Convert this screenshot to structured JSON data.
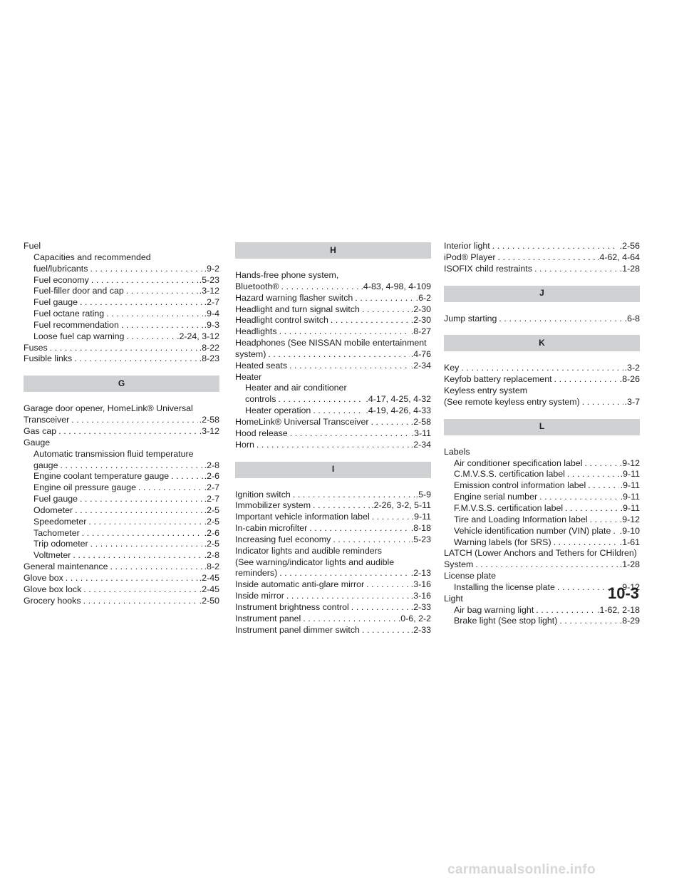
{
  "columns": [
    {
      "items": [
        {
          "kind": "entry",
          "text": "Fuel",
          "indent": 0
        },
        {
          "kind": "entry",
          "text": "Capacities and recommended",
          "indent": 1
        },
        {
          "kind": "entry",
          "text": "fuel/lubricants",
          "page": ".9-2",
          "indent": 1
        },
        {
          "kind": "entry",
          "text": "Fuel economy",
          "page": ".5-23",
          "indent": 1
        },
        {
          "kind": "entry",
          "text": "Fuel-filler door and cap",
          "page": ".3-12",
          "indent": 1
        },
        {
          "kind": "entry",
          "text": "Fuel gauge",
          "page": ".2-7",
          "indent": 1
        },
        {
          "kind": "entry",
          "text": "Fuel octane rating",
          "page": ".9-4",
          "indent": 1
        },
        {
          "kind": "entry",
          "text": "Fuel recommendation",
          "page": ".9-3",
          "indent": 1
        },
        {
          "kind": "entry",
          "text": "Loose fuel cap warning",
          "page": ".2-24, 3-12",
          "indent": 1
        },
        {
          "kind": "entry",
          "text": "Fuses",
          "page": ".8-22",
          "indent": 0
        },
        {
          "kind": "entry",
          "text": "Fusible links",
          "page": ".8-23",
          "indent": 0
        },
        {
          "kind": "header",
          "text": "G"
        },
        {
          "kind": "entry",
          "text": "Garage door opener, HomeLink® Universal",
          "indent": 0
        },
        {
          "kind": "entry",
          "text": "Transceiver",
          "page": ".2-58",
          "indent": 0
        },
        {
          "kind": "entry",
          "text": "Gas cap",
          "page": ".3-12",
          "indent": 0
        },
        {
          "kind": "entry",
          "text": "Gauge",
          "indent": 0
        },
        {
          "kind": "entry",
          "text": "Automatic transmission fluid temperature",
          "indent": 1
        },
        {
          "kind": "entry",
          "text": "gauge",
          "page": ".2-8",
          "indent": 1
        },
        {
          "kind": "entry",
          "text": "Engine coolant temperature gauge",
          "page": ".2-6",
          "indent": 1
        },
        {
          "kind": "entry",
          "text": "Engine oil pressure gauge",
          "page": ".2-7",
          "indent": 1
        },
        {
          "kind": "entry",
          "text": "Fuel gauge",
          "page": ".2-7",
          "indent": 1
        },
        {
          "kind": "entry",
          "text": "Odometer",
          "page": ".2-5",
          "indent": 1
        },
        {
          "kind": "entry",
          "text": "Speedometer",
          "page": ".2-5",
          "indent": 1
        },
        {
          "kind": "entry",
          "text": "Tachometer",
          "page": ".2-6",
          "indent": 1
        },
        {
          "kind": "entry",
          "text": "Trip odometer",
          "page": ".2-5",
          "indent": 1
        },
        {
          "kind": "entry",
          "text": "Voltmeter",
          "page": ".2-8",
          "indent": 1
        },
        {
          "kind": "entry",
          "text": "General maintenance",
          "page": ".8-2",
          "indent": 0
        },
        {
          "kind": "entry",
          "text": "Glove box",
          "page": ".2-45",
          "indent": 0
        },
        {
          "kind": "entry",
          "text": "Glove box lock",
          "page": ".2-45",
          "indent": 0
        },
        {
          "kind": "entry",
          "text": "Grocery hooks",
          "page": ".2-50",
          "indent": 0
        }
      ]
    },
    {
      "items": [
        {
          "kind": "header",
          "text": "H"
        },
        {
          "kind": "entry",
          "text": "Hands-free phone system,",
          "indent": 0
        },
        {
          "kind": "entry",
          "text": "Bluetooth®",
          "page": ".4-83, 4-98, 4-109",
          "indent": 0
        },
        {
          "kind": "entry",
          "text": "Hazard warning flasher switch",
          "page": ".6-2",
          "indent": 0
        },
        {
          "kind": "entry",
          "text": "Headlight and turn signal switch",
          "page": ".2-30",
          "indent": 0
        },
        {
          "kind": "entry",
          "text": "Headlight control switch",
          "page": ".2-30",
          "indent": 0
        },
        {
          "kind": "entry",
          "text": "Headlights",
          "page": ".8-27",
          "indent": 0
        },
        {
          "kind": "entry",
          "text": "Headphones (See NISSAN mobile entertainment",
          "indent": 0
        },
        {
          "kind": "entry",
          "text": "system)",
          "page": ".4-76",
          "indent": 0
        },
        {
          "kind": "entry",
          "text": "Heated seats",
          "page": ".2-34",
          "indent": 0
        },
        {
          "kind": "entry",
          "text": "Heater",
          "indent": 0
        },
        {
          "kind": "entry",
          "text": "Heater and air conditioner",
          "indent": 1
        },
        {
          "kind": "entry",
          "text": "controls",
          "page": ".4-17, 4-25, 4-32",
          "indent": 1
        },
        {
          "kind": "entry",
          "text": "Heater operation",
          "page": ".4-19, 4-26, 4-33",
          "indent": 1
        },
        {
          "kind": "entry",
          "text": "HomeLink® Universal Transceiver",
          "page": ".2-58",
          "indent": 0
        },
        {
          "kind": "entry",
          "text": "Hood release",
          "page": ".3-11",
          "indent": 0
        },
        {
          "kind": "entry",
          "text": "Horn",
          "page": ".2-34",
          "indent": 0
        },
        {
          "kind": "header",
          "text": "I"
        },
        {
          "kind": "entry",
          "text": "Ignition switch",
          "page": ".5-9",
          "indent": 0
        },
        {
          "kind": "entry",
          "text": "Immobilizer system",
          "page": ".2-26, 3-2, 5-11",
          "indent": 0
        },
        {
          "kind": "entry",
          "text": "Important vehicle information label",
          "page": ".9-11",
          "indent": 0
        },
        {
          "kind": "entry",
          "text": "In-cabin microfilter",
          "page": ".8-18",
          "indent": 0
        },
        {
          "kind": "entry",
          "text": "Increasing fuel economy",
          "page": ".5-23",
          "indent": 0
        },
        {
          "kind": "entry",
          "text": "Indicator lights and audible reminders",
          "indent": 0
        },
        {
          "kind": "entry",
          "text": "(See warning/indicator lights and audible",
          "indent": 0
        },
        {
          "kind": "entry",
          "text": "reminders)",
          "page": ".2-13",
          "indent": 0
        },
        {
          "kind": "entry",
          "text": "Inside automatic anti-glare mirror",
          "page": ".3-16",
          "indent": 0
        },
        {
          "kind": "entry",
          "text": "Inside mirror",
          "page": ".3-16",
          "indent": 0
        },
        {
          "kind": "entry",
          "text": "Instrument brightness control",
          "page": ".2-33",
          "indent": 0
        },
        {
          "kind": "entry",
          "text": "Instrument panel",
          "page": ".0-6, 2-2",
          "indent": 0
        },
        {
          "kind": "entry",
          "text": "Instrument panel dimmer switch",
          "page": ".2-33",
          "indent": 0
        }
      ]
    },
    {
      "items": [
        {
          "kind": "entry",
          "text": "Interior light",
          "page": ".2-56",
          "indent": 0
        },
        {
          "kind": "entry",
          "text": "iPod® Player",
          "page": ".4-62, 4-64",
          "indent": 0
        },
        {
          "kind": "entry",
          "text": "ISOFIX child restraints",
          "page": ".1-28",
          "indent": 0
        },
        {
          "kind": "header",
          "text": "J"
        },
        {
          "kind": "entry",
          "text": "Jump starting",
          "page": ".6-8",
          "indent": 0
        },
        {
          "kind": "header",
          "text": "K"
        },
        {
          "kind": "entry",
          "text": "Key",
          "page": ".3-2",
          "indent": 0
        },
        {
          "kind": "entry",
          "text": "Keyfob battery replacement",
          "page": ".8-26",
          "indent": 0
        },
        {
          "kind": "entry",
          "text": "Keyless entry system",
          "indent": 0
        },
        {
          "kind": "entry",
          "text": "(See remote keyless entry system)",
          "page": ".3-7",
          "indent": 0
        },
        {
          "kind": "header",
          "text": "L"
        },
        {
          "kind": "entry",
          "text": "Labels",
          "indent": 0
        },
        {
          "kind": "entry",
          "text": "Air conditioner specification label",
          "page": ".9-12",
          "indent": 1
        },
        {
          "kind": "entry",
          "text": "C.M.V.S.S. certification label",
          "page": ".9-11",
          "indent": 1
        },
        {
          "kind": "entry",
          "text": "Emission control information label",
          "page": ".9-11",
          "indent": 1
        },
        {
          "kind": "entry",
          "text": "Engine serial number",
          "page": ".9-11",
          "indent": 1
        },
        {
          "kind": "entry",
          "text": "F.M.V.S.S. certification label",
          "page": ".9-11",
          "indent": 1
        },
        {
          "kind": "entry",
          "text": "Tire and Loading Information label",
          "page": ".9-12",
          "indent": 1
        },
        {
          "kind": "entry",
          "text": "Vehicle identification number (VIN) plate",
          "page": ".9-10",
          "indent": 1
        },
        {
          "kind": "entry",
          "text": "Warning labels (for SRS)",
          "page": ".1-61",
          "indent": 1
        },
        {
          "kind": "entry",
          "text": "LATCH (Lower Anchors and Tethers for CHildren)",
          "indent": 0
        },
        {
          "kind": "entry",
          "text": "System",
          "page": ".1-28",
          "indent": 0
        },
        {
          "kind": "entry",
          "text": "License plate",
          "indent": 0
        },
        {
          "kind": "entry",
          "text": "Installing the license plate",
          "page": ".9-12",
          "indent": 1
        },
        {
          "kind": "entry",
          "text": "Light",
          "indent": 0
        },
        {
          "kind": "entry",
          "text": "Air bag warning light",
          "page": ".1-62, 2-18",
          "indent": 1
        },
        {
          "kind": "entry",
          "text": "Brake light (See stop light)",
          "page": ".8-29",
          "indent": 1
        }
      ]
    }
  ],
  "page_number": "10-3",
  "watermark": "carmanualsonline.info",
  "colors": {
    "section_header_bg": "#cfd1d3",
    "text": "#1e1e1e"
  }
}
